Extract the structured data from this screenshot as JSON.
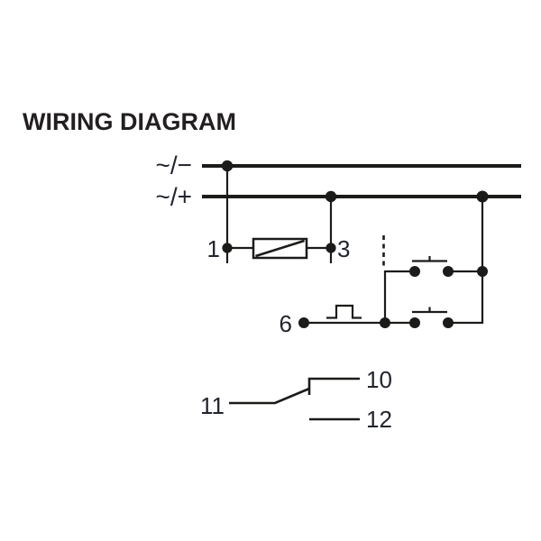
{
  "title": "WIRING DIAGRAM",
  "diagram": {
    "bus": {
      "negative_label": "~/−",
      "positive_label": "~/+"
    },
    "terminals": {
      "t1": "1",
      "t3": "3",
      "t6": "6",
      "t10": "10",
      "t11": "11",
      "t12": "12"
    },
    "icons": {
      "relay_coil": "relay-coil-box-with-diagonal",
      "pulse": "square-pulse-waveform",
      "mechanical_link": "dashed-linkage-line"
    },
    "colors": {
      "line": "#1b1b19",
      "text": "#22242e",
      "title": "#231f20",
      "background": "#ffffff"
    }
  }
}
